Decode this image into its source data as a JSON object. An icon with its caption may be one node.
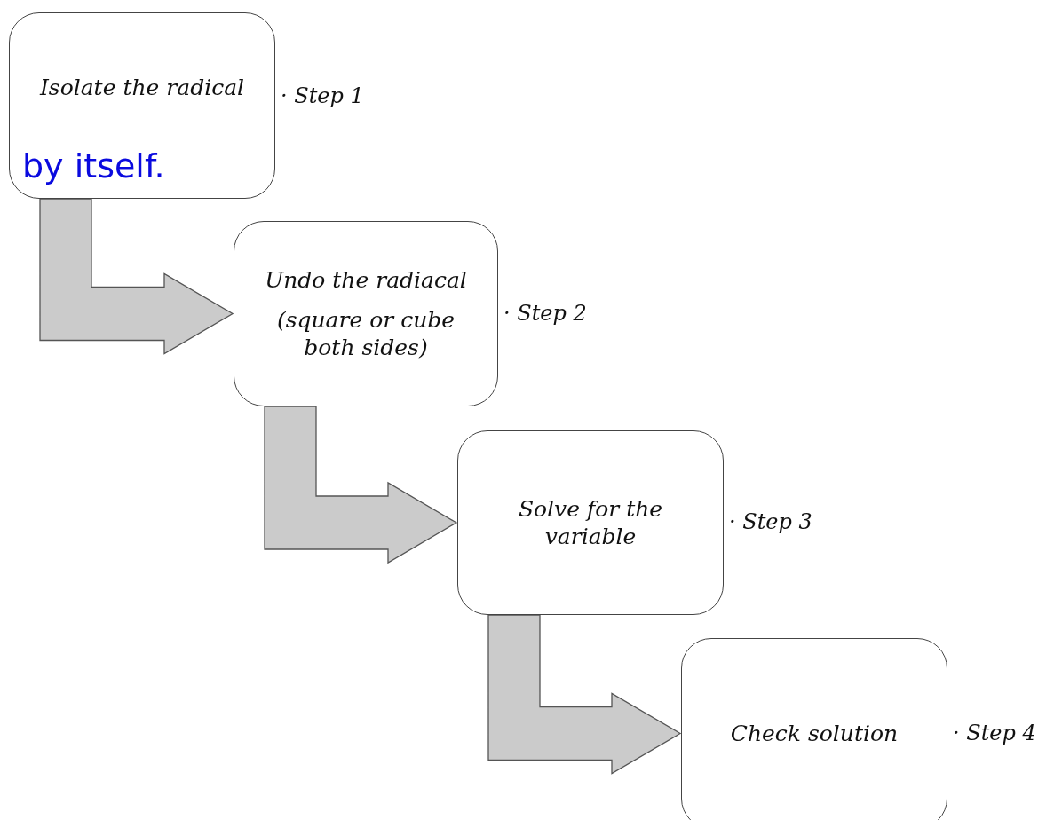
{
  "diagram": {
    "nodes": [
      {
        "text": [
          "Isolate the radical",
          "by itself."
        ],
        "beside": [
          "· Step 1"
        ]
      },
      {
        "text": [
          "Undo the radiacal",
          "(square or cube both sides)"
        ],
        "beside": [
          "· Step 2"
        ]
      },
      {
        "text": [
          "Solve for the variable"
        ],
        "beside": [
          "· Step 3"
        ]
      },
      {
        "text": [
          "Check solution"
        ],
        "beside": [
          "· Step 4"
        ]
      }
    ],
    "edges": [
      {
        "from": 0,
        "to": 1,
        "arrow": "to"
      },
      {
        "from": 1,
        "to": 2,
        "arrow": "to"
      },
      {
        "from": 2,
        "to": 3,
        "arrow": "to"
      }
    ]
  }
}
